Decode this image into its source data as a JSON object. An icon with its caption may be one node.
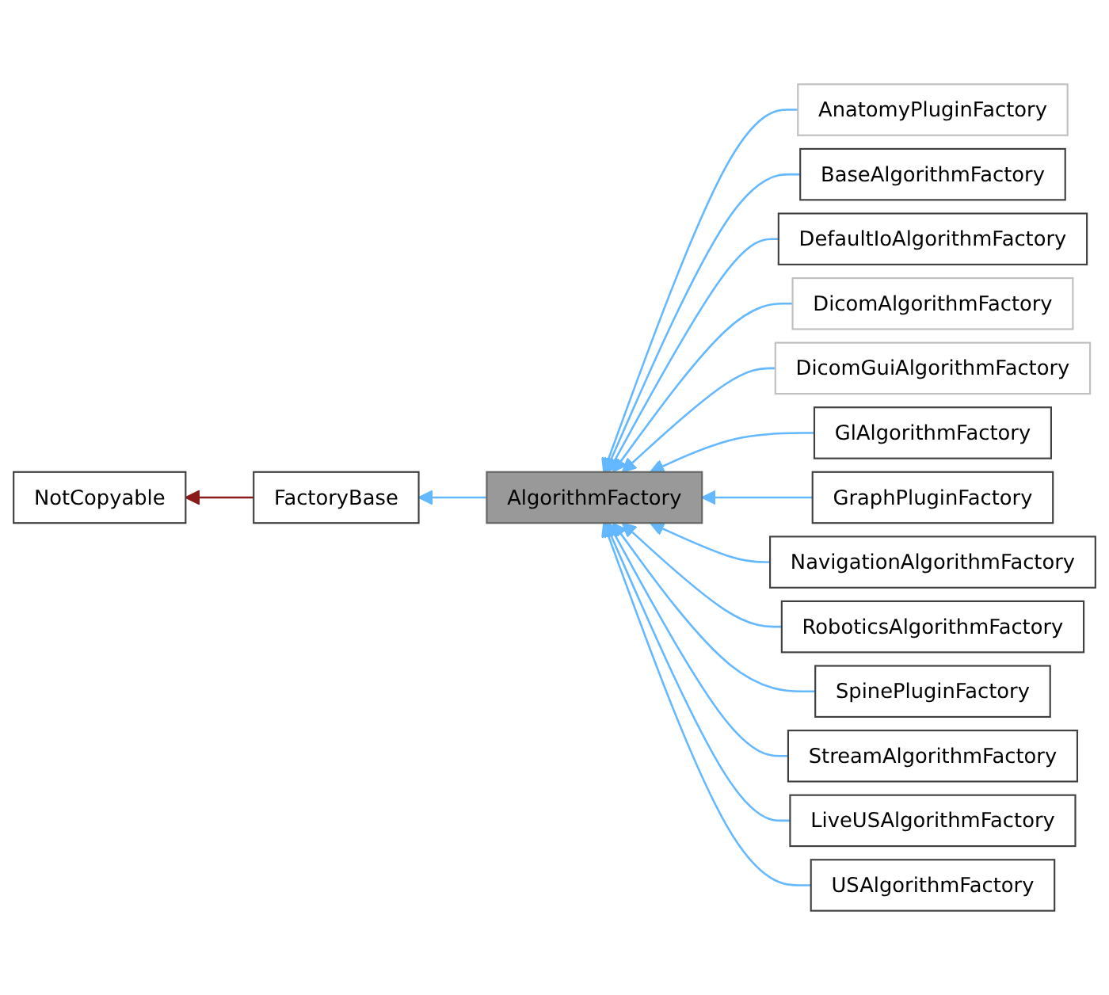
{
  "diagram": {
    "nodes": [
      {
        "text": [
          "NotCopyable"
        ]
      },
      {
        "text": [
          "FactoryBase"
        ]
      },
      {
        "text": [
          "AlgorithmFactory"
        ]
      },
      {
        "text": [
          "AnatomyPluginFactory"
        ]
      },
      {
        "text": [
          "BaseAlgorithmFactory"
        ]
      },
      {
        "text": [
          "DefaultIoAlgorithmFactory"
        ]
      },
      {
        "text": [
          "DicomAlgorithmFactory"
        ]
      },
      {
        "text": [
          "DicomGuiAlgorithmFactory"
        ]
      },
      {
        "text": [
          "GlAlgorithmFactory"
        ]
      },
      {
        "text": [
          "GraphPluginFactory"
        ]
      },
      {
        "text": [
          "NavigationAlgorithmFactory"
        ]
      },
      {
        "text": [
          "RoboticsAlgorithmFactory"
        ]
      },
      {
        "text": [
          "SpinePluginFactory"
        ]
      },
      {
        "text": [
          "StreamAlgorithmFactory"
        ]
      },
      {
        "text": [
          "LiveUSAlgorithmFactory"
        ]
      },
      {
        "text": [
          "USAlgorithmFactory"
        ]
      }
    ],
    "edges": [
      {
        "from": 1,
        "to": 0,
        "arrow": "to",
        "color": "#8b1a1a"
      },
      {
        "from": 2,
        "to": 1,
        "arrow": "to"
      },
      {
        "from": 3,
        "to": 2,
        "arrow": "to"
      },
      {
        "from": 4,
        "to": 2,
        "arrow": "to"
      },
      {
        "from": 5,
        "to": 2,
        "arrow": "to"
      },
      {
        "from": 6,
        "to": 2,
        "arrow": "to"
      },
      {
        "from": 7,
        "to": 2,
        "arrow": "to"
      },
      {
        "from": 8,
        "to": 2,
        "arrow": "to"
      },
      {
        "from": 9,
        "to": 2,
        "arrow": "to"
      },
      {
        "from": 10,
        "to": 2,
        "arrow": "to"
      },
      {
        "from": 11,
        "to": 2,
        "arrow": "to"
      },
      {
        "from": 12,
        "to": 2,
        "arrow": "to"
      },
      {
        "from": 13,
        "to": 2,
        "arrow": "to"
      },
      {
        "from": 14,
        "to": 2,
        "arrow": "to"
      },
      {
        "from": 15,
        "to": 2,
        "arrow": "to"
      }
    ]
  }
}
